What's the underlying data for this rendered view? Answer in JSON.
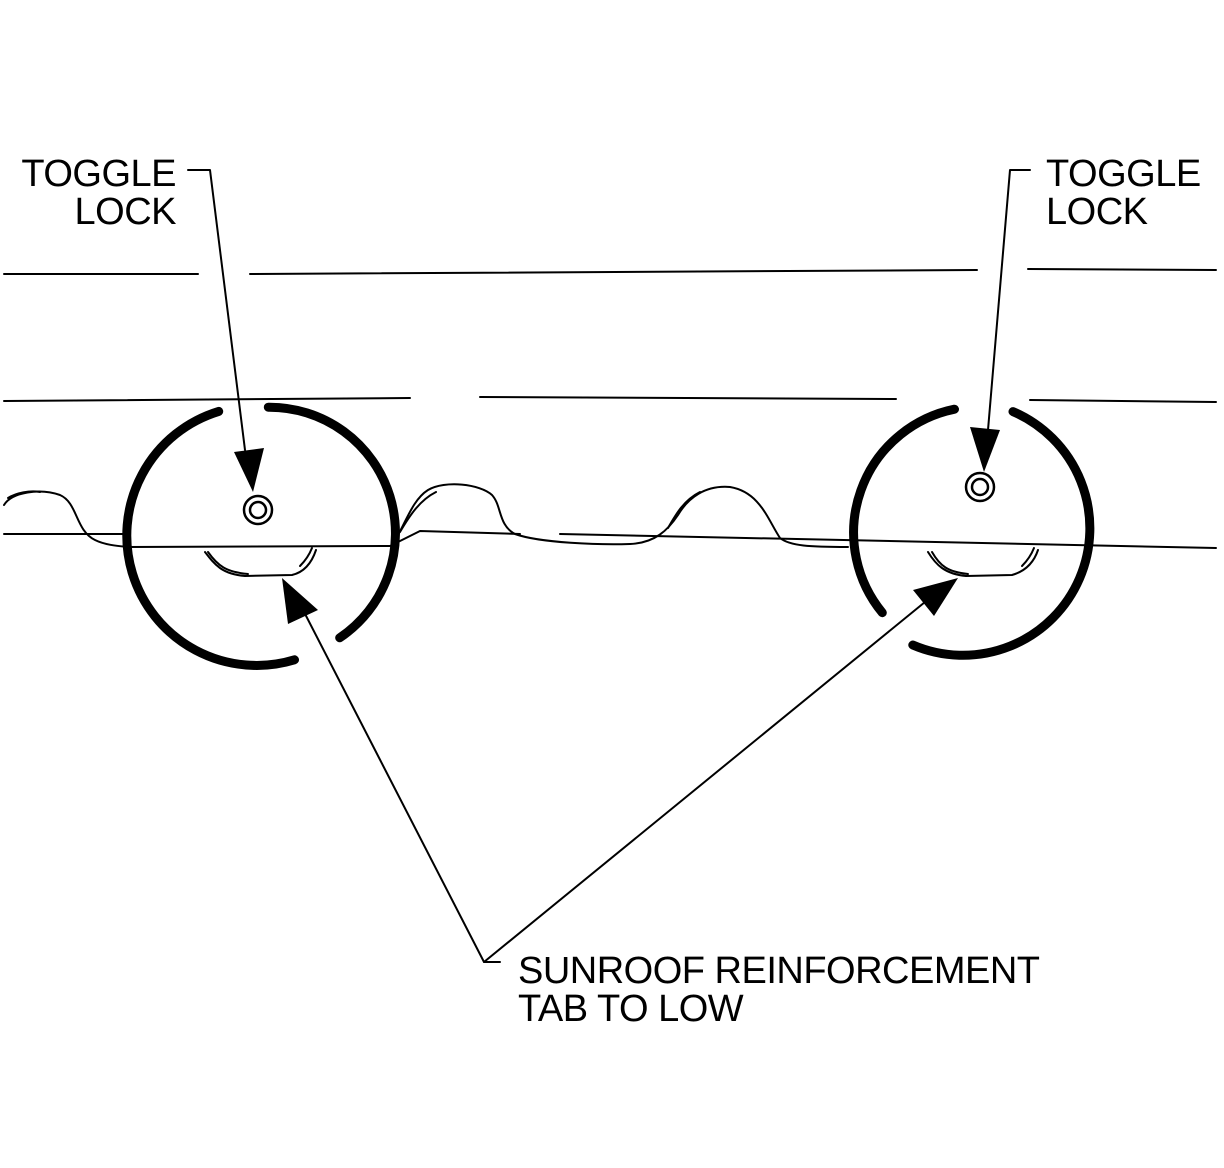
{
  "labels": {
    "toggle_lock_left": [
      "TOGGLE",
      "LOCK"
    ],
    "toggle_lock_right": [
      "TOGGLE",
      "LOCK"
    ],
    "sunroof_tab": [
      "SUNROOF REINFORCEMENT",
      "TAB TO LOW"
    ]
  },
  "colors": {
    "ink": "#000000",
    "paper": "#ffffff"
  }
}
